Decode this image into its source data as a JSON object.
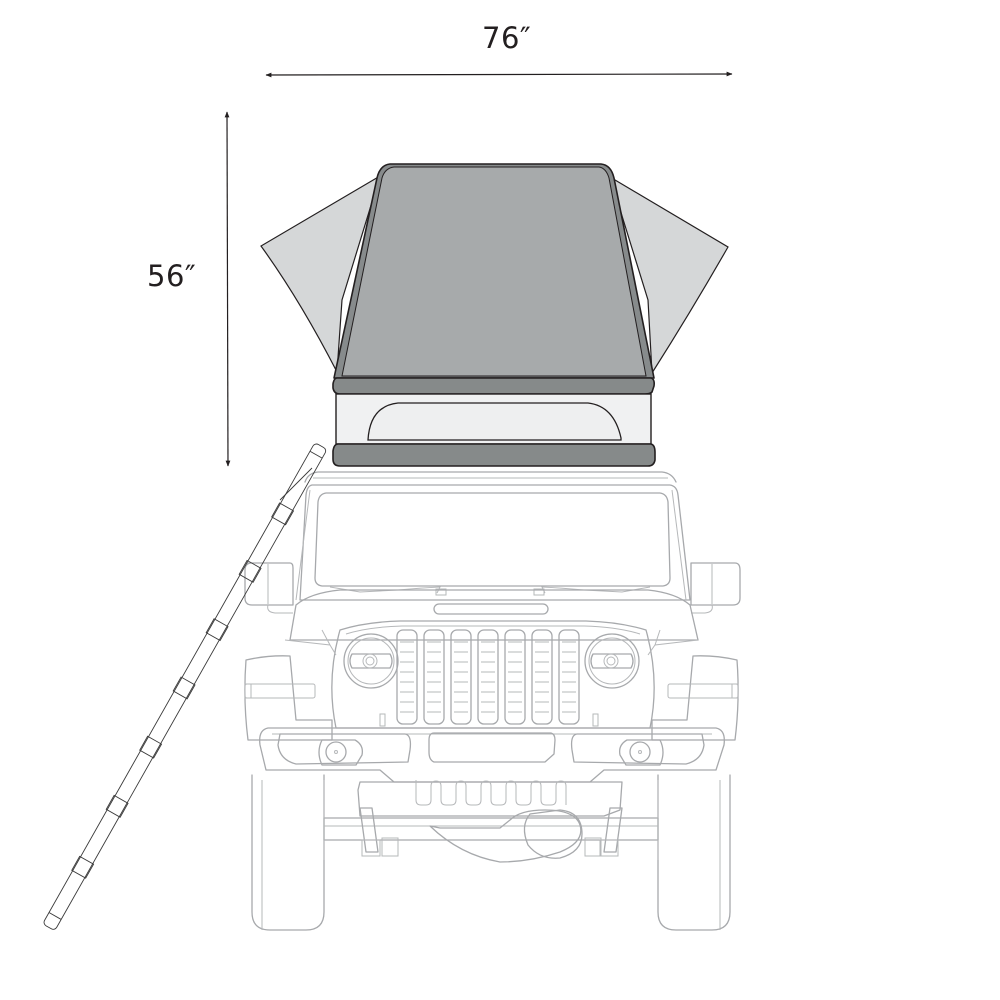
{
  "figure": {
    "subject": "Rooftop tent mounted on off-road vehicle, front view",
    "dimensions": {
      "width": {
        "label": "76″",
        "value": 76,
        "unit": "in",
        "orientation": "horizontal"
      },
      "height": {
        "label": "56″",
        "value": 56,
        "unit": "in",
        "orientation": "vertical"
      }
    },
    "components": [
      {
        "id": "tent-shell",
        "label": "Hard shell top"
      },
      {
        "id": "tent-side-panels",
        "label": "Fabric side wings"
      },
      {
        "id": "tent-base",
        "label": "Tent base with window"
      },
      {
        "id": "vehicle",
        "label": "Vehicle front view"
      },
      {
        "id": "ladder",
        "label": "Telescoping ladder"
      }
    ],
    "colors": {
      "shell": "#a7aaab",
      "shell_frame": "#878b8c",
      "side_panels": "#d5d7d8",
      "base_fill": "#f0f1f2",
      "band": "#868a8a",
      "line_dark": "#231f20",
      "vehicle_line": "#a7a9ac"
    }
  }
}
